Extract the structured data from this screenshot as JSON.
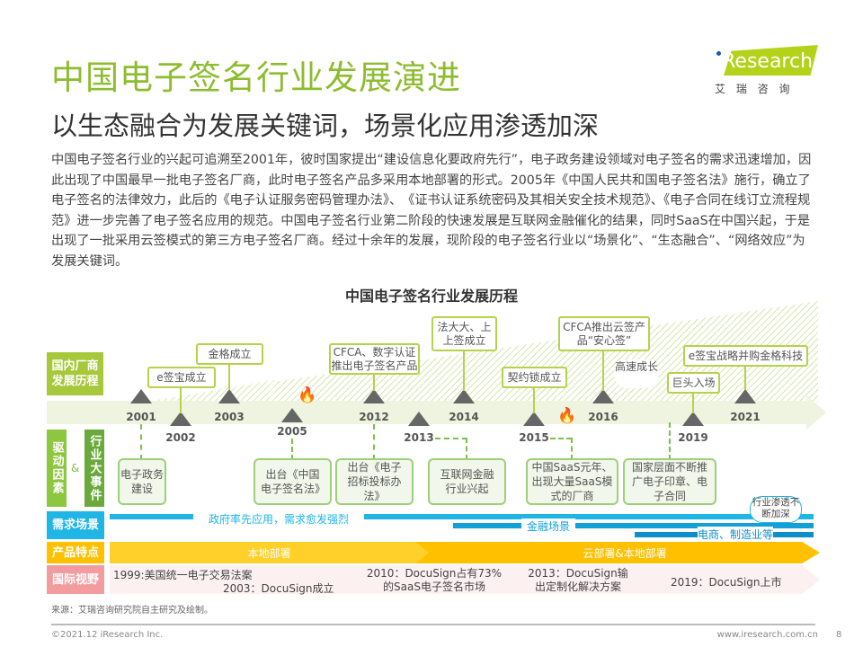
{
  "header": {
    "title": "中国电子签名行业发展演进",
    "subtitle": "以生态融合为发展关键词，场景化应用渗透加深",
    "logo_brand": "iResearch",
    "logo_cn": "艾 瑞 咨 询"
  },
  "intro": "中国电子签名行业的兴起可追溯至2001年，彼时国家提出“建设信息化要政府先行”，电子政务建设领域对电子签名的需求迅速增加，因此出现了中国最早一批电子签名厂商，此时电子签名产品多采用本地部署的形式。2005年《中国人民共和国电子签名法》施行，确立了电子签名的法律效力，此后的《电子认证服务密码管理办法》、　《证书认证系统密码及其相关安全技术规范》、《电子合同在线订立流程规范》进一步完善了电子签名应用的规范。中国电子签名行业第二阶段的快速发展是互联网金融催化的结果，同时SaaS在中国兴起，于是出现了一批采用云签模式的第三方电子签名厂商。经过十余年的发展，现阶段的电子签名行业以“场景化”、“生态融合”、“网络效应”为发展关键词。",
  "chart": {
    "title": "中国电子签名行业发展历程",
    "row_labels": {
      "vendors": "国内厂商发展历程",
      "drivers": "驱动因素",
      "amp": "&",
      "events": "行业大事件",
      "demand": "需求场景",
      "product": "产品特点",
      "intl": "国际视野"
    },
    "years_top": [
      "2001",
      "2003",
      "2012",
      "2014",
      "2016",
      "2021"
    ],
    "years_bottom": [
      "2002",
      "2005",
      "2013",
      "2015",
      "2019"
    ],
    "vendor_events": [
      "e签宝成立",
      "金格成立",
      "CFCA、数字认证推出电子签名产品",
      "法大大、上上签成立",
      "契约锁成立",
      "CFCA推出云签产品“安心签”",
      "巨头入场",
      "e签宝战略并购金格科技"
    ],
    "growth_note": "高速成长",
    "industry_events": [
      "电子政务建设",
      "出台《中国电子签名法》",
      "出台《电子招标投标办法》",
      "互联网金融行业兴起",
      "中国SaaS元年、出现大量SaaS模式的厂商",
      "国家层面不断推广电子印章、电子合同"
    ],
    "demand": [
      "政府率先应用，需求愈发强烈",
      "金融场景",
      "电商、制造业等"
    ],
    "demand_note": "行业渗透不断加深",
    "product": [
      "本地部署",
      "云部署&本地部署"
    ],
    "intl": [
      "1999:美国统一电子交易法案",
      "2003：DocuSign成立",
      "2010：DocuSign占有73%的SaaS电子签名市场",
      "2013：DocuSign输出定制化解决方案",
      "2019：DocuSign上市"
    ]
  },
  "footer": {
    "source": "来源：艾瑞咨询研究院自主研究及绘制。",
    "copyright": "©2021.12 iResearch Inc.",
    "url": "www.iresearch.com.cn",
    "page": "8"
  },
  "colors": {
    "green": "#8dbd2f",
    "cyan": "#1fb5e5",
    "yellow": "#ffc000",
    "pink": "#f29c9f"
  }
}
